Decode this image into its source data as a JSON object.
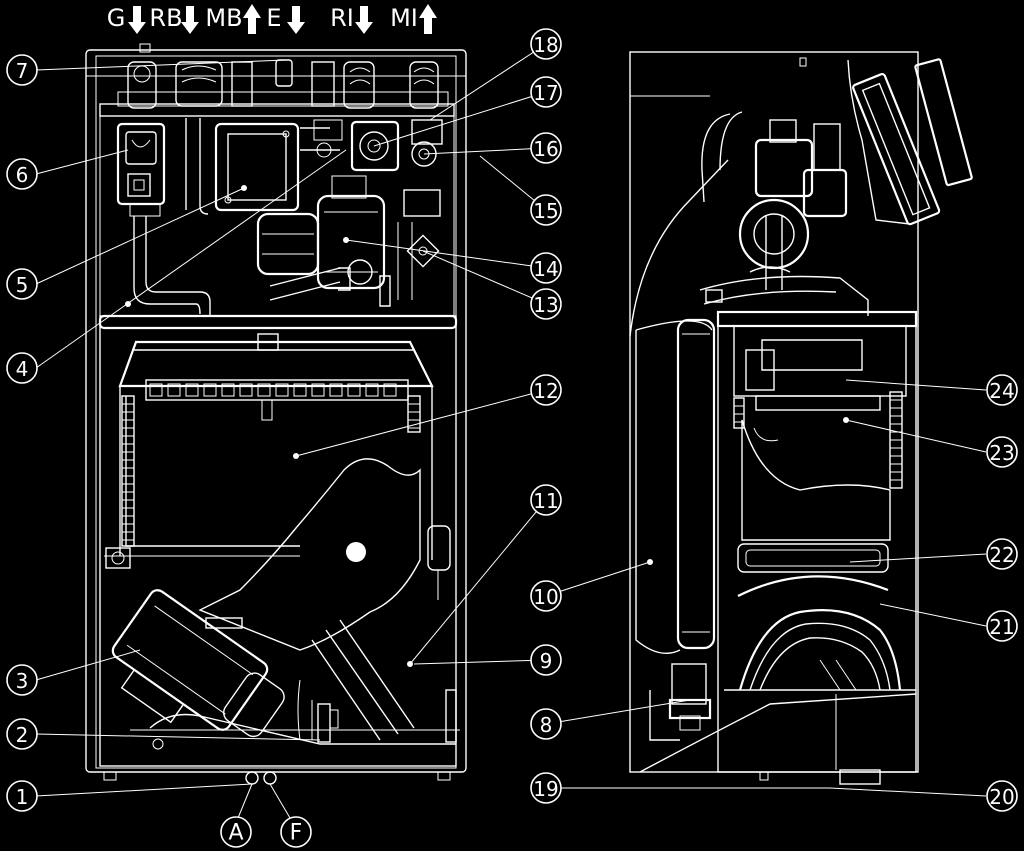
{
  "connections_top": [
    {
      "label": "G",
      "direction": "down"
    },
    {
      "label": "RB",
      "direction": "down"
    },
    {
      "label": "MB",
      "direction": "up"
    },
    {
      "label": "E",
      "direction": "down"
    },
    {
      "label": "RI",
      "direction": "down"
    },
    {
      "label": "MI",
      "direction": "up"
    }
  ],
  "connections_bottom": [
    "A",
    "F"
  ],
  "callouts": [
    "1",
    "2",
    "3",
    "4",
    "5",
    "6",
    "7",
    "8",
    "9",
    "10",
    "11",
    "12",
    "13",
    "14",
    "15",
    "16",
    "17",
    "18",
    "19",
    "20",
    "21",
    "22",
    "23",
    "24"
  ]
}
